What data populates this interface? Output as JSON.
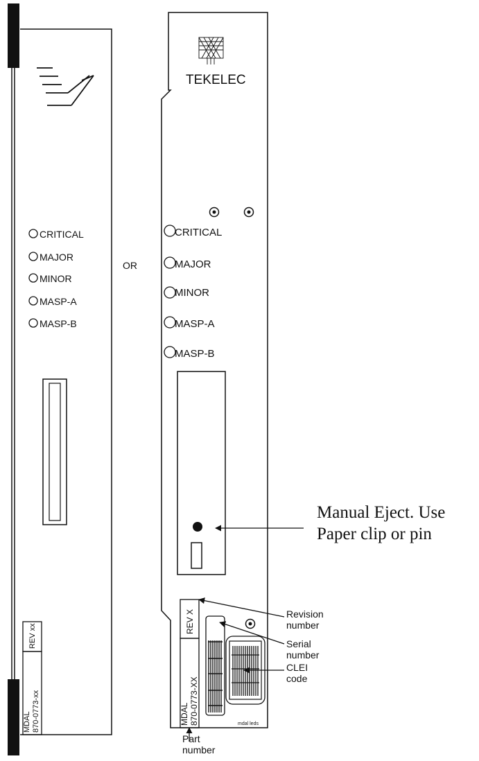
{
  "left_card": {
    "leds": [
      "CRITICAL",
      "MAJOR",
      "MINOR",
      "MASP-A",
      "MASP-B"
    ],
    "label_rev": "REV xx",
    "label_part_1": "MDAL",
    "label_part_2": "870-0773-xx"
  },
  "separator_text": "OR",
  "right_card": {
    "brand": "TEKELEC",
    "leds": [
      "CRITICAL",
      "MAJOR",
      "MINOR",
      "MASP-A",
      "MASP-B"
    ],
    "label_rev": "REV X",
    "label_part_1": "MDAL",
    "label_part_2": "870-0773-XX"
  },
  "callouts": {
    "manual_eject_line1": "Manual Eject. Use",
    "manual_eject_line2": "Paper clip or pin",
    "revision_line1": "Revision",
    "revision_line2": "number",
    "serial_line1": "Serial",
    "serial_line2": "number",
    "clei_line1": "CLEI",
    "clei_line2": "code",
    "part_line1": "Part",
    "part_line2": "number"
  },
  "figure_tag": "mdal leds"
}
